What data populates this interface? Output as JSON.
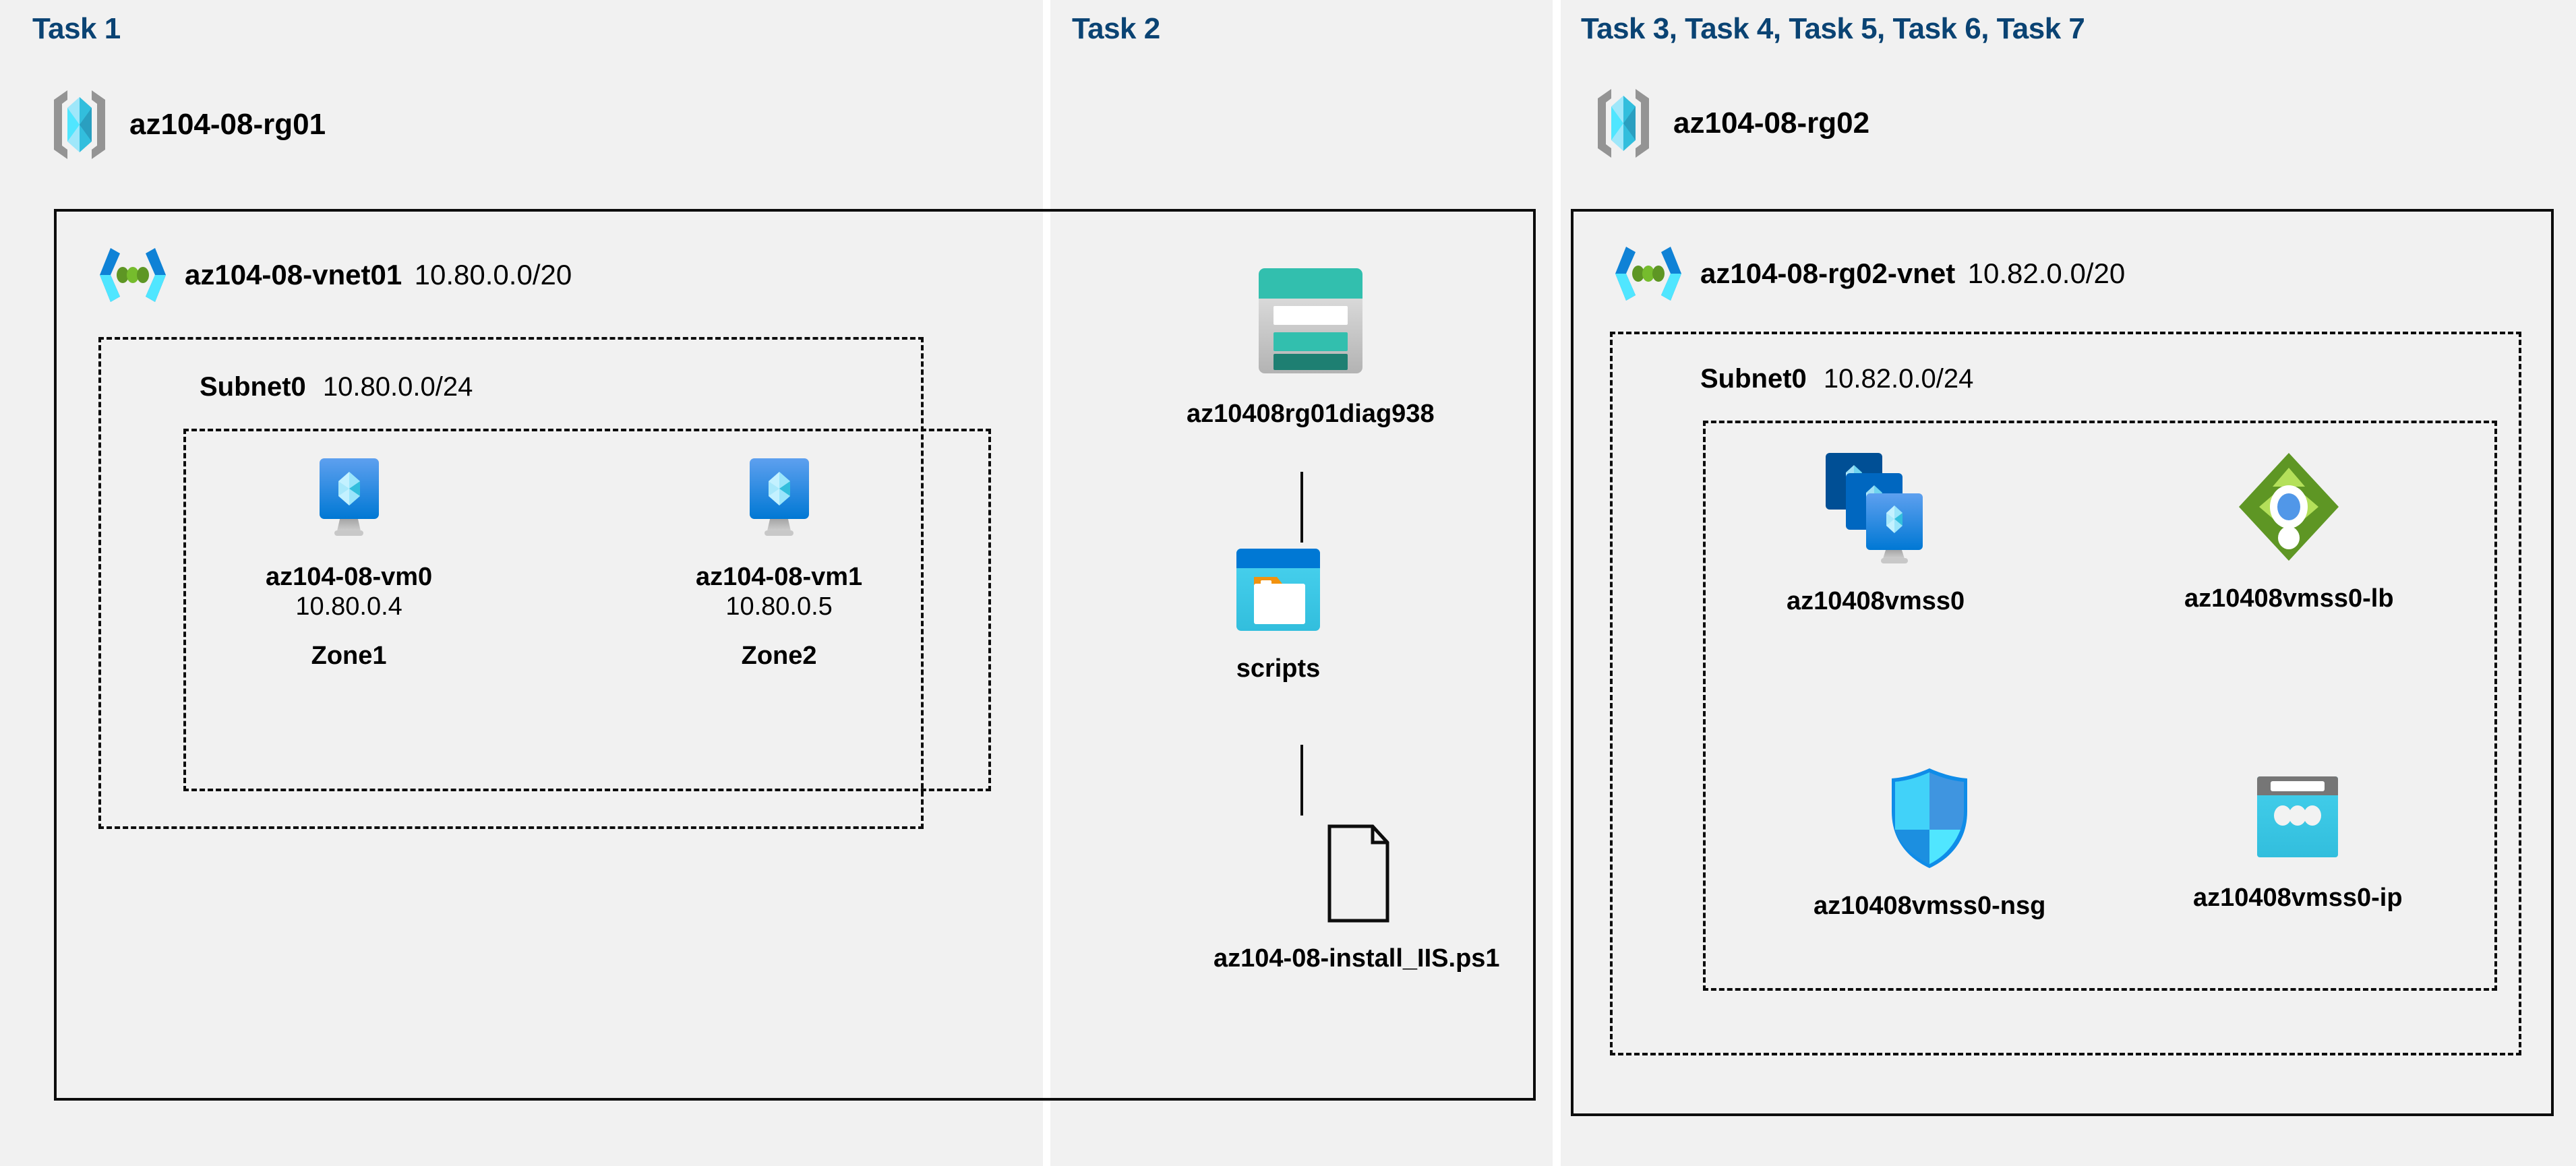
{
  "panels": {
    "task1": {
      "title": "Task 1",
      "resource_group": {
        "icon": "resource-group-icon",
        "name": "az104-08-rg01"
      },
      "vnet": {
        "icon": "virtual-network-icon",
        "name": "az104-08-vnet01",
        "cidr": "10.80.0.0/20"
      },
      "subnet": {
        "name": "Subnet0",
        "cidr": "10.80.0.0/24"
      },
      "vms": [
        {
          "icon": "virtual-machine-icon",
          "name": "az104-08-vm0",
          "ip": "10.80.0.4",
          "zone": "Zone1"
        },
        {
          "icon": "virtual-machine-icon",
          "name": "az104-08-vm1",
          "ip": "10.80.0.5",
          "zone": "Zone2"
        }
      ]
    },
    "task2": {
      "title": "Task 2",
      "nodes": [
        {
          "icon": "storage-account-icon",
          "name": "az10408rg01diag938"
        },
        {
          "icon": "blob-container-icon",
          "name": "scripts"
        },
        {
          "icon": "file-icon",
          "name": "az104-08-install_IIS.ps1"
        }
      ]
    },
    "task3": {
      "title": "Task 3, Task 4, Task 5, Task 6, Task 7",
      "resource_group": {
        "icon": "resource-group-icon",
        "name": "az104-08-rg02"
      },
      "vnet": {
        "icon": "virtual-network-icon",
        "name": "az104-08-rg02-vnet",
        "cidr": "10.82.0.0/20"
      },
      "subnet": {
        "name": "Subnet0",
        "cidr": "10.82.0.0/24"
      },
      "resources": [
        {
          "icon": "vm-scale-set-icon",
          "name": "az10408vmss0"
        },
        {
          "icon": "load-balancer-icon",
          "name": "az10408vmss0-lb"
        },
        {
          "icon": "network-security-group-icon",
          "name": "az10408vmss0-nsg"
        },
        {
          "icon": "public-ip-address-icon",
          "name": "az10408vmss0-ip"
        }
      ]
    }
  },
  "colors": {
    "panel_background": "#f1f1f1",
    "page_background": "#ffffff",
    "task_title": "#0a4373",
    "border": "#0d0d0d",
    "azure_blue": "#0078d4",
    "cyan": "#32bedd",
    "teal": "#2bb9ab",
    "green": "#5e9624",
    "grey": "#767676"
  }
}
